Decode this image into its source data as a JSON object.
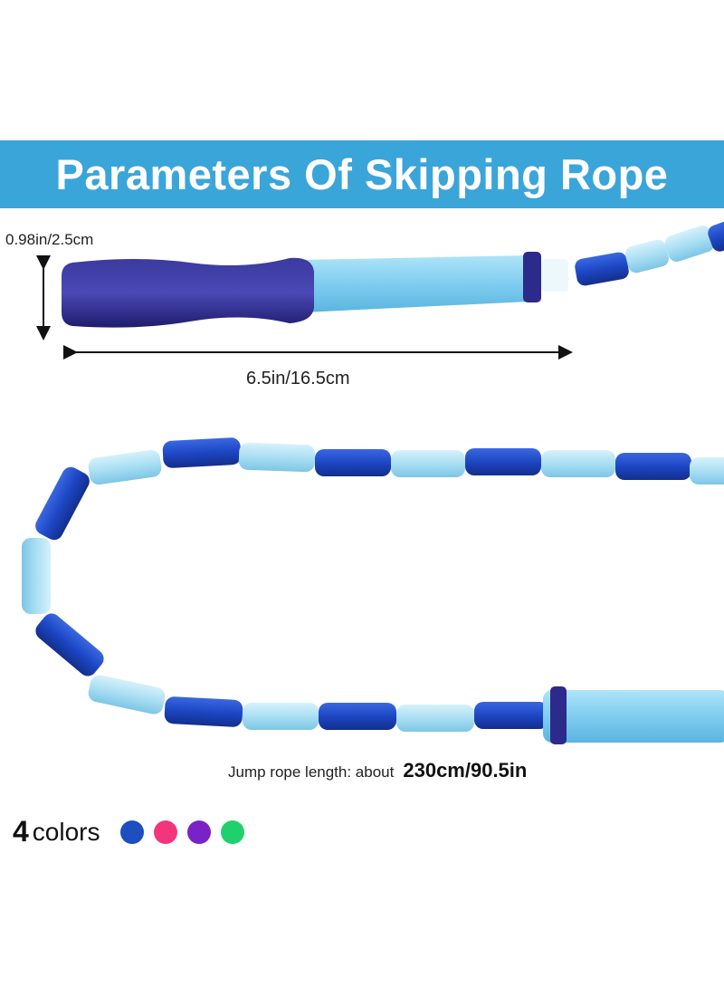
{
  "banner": {
    "title": "Parameters Of Skipping Rope"
  },
  "dimensions": {
    "handle_height": "0.98in/2.5cm",
    "handle_length": "6.5in/16.5cm"
  },
  "rope_length": {
    "caption": "Jump rope length: about",
    "value": "230cm/90.5in"
  },
  "colors": {
    "count": "4",
    "word": "colors",
    "swatches": [
      {
        "name": "blue",
        "hex": "#1d4fc0"
      },
      {
        "name": "pink",
        "hex": "#f2357d"
      },
      {
        "name": "purple",
        "hex": "#7a22c8"
      },
      {
        "name": "green",
        "hex": "#1fd16c"
      }
    ]
  },
  "palette": {
    "banner": "#3aa5d9",
    "handle_grip": "#2c2a8a",
    "handle_body": "#8fd6f5",
    "bead_dark": "#1d46c4",
    "bead_light": "#a9dff3"
  }
}
